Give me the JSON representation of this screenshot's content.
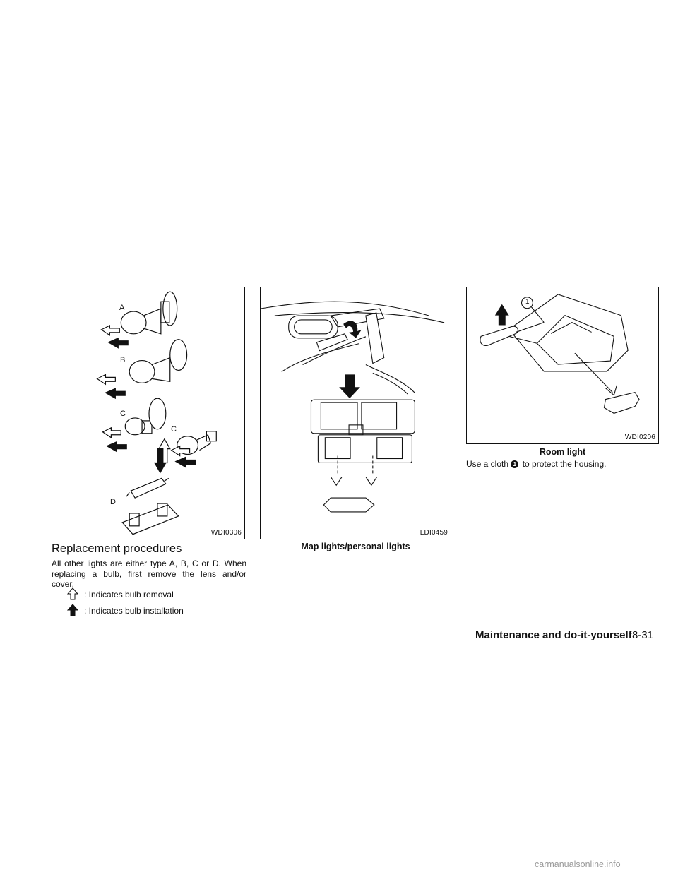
{
  "figures": {
    "bulbs": {
      "code": "WDI0306",
      "labels": [
        "A",
        "B",
        "C",
        "C",
        "D"
      ]
    },
    "map_lights": {
      "code": "LDI0459",
      "caption": "Map lights/personal lights"
    },
    "room_light": {
      "code": "WDI0206",
      "caption": "Room light",
      "callout": "1"
    }
  },
  "section": {
    "heading": "Replacement procedures",
    "paragraph_lines": [
      "All other lights are either type A, B, C or D. When",
      "replacing a bulb, first remove the lens and/or",
      "cover."
    ],
    "legend": [
      {
        "icon": "outline-arrow-icon",
        "text": ": Indicates bulb removal"
      },
      {
        "icon": "solid-arrow-icon",
        "text": ": Indicates bulb installation"
      }
    ]
  },
  "room_light_note": {
    "before": "Use a cloth",
    "callout": "1",
    "after": "to protect the housing."
  },
  "footer": {
    "section_title": "Maintenance and do-it-yourself",
    "page_number": "8-31"
  },
  "watermark": "carmanualsonline.info"
}
